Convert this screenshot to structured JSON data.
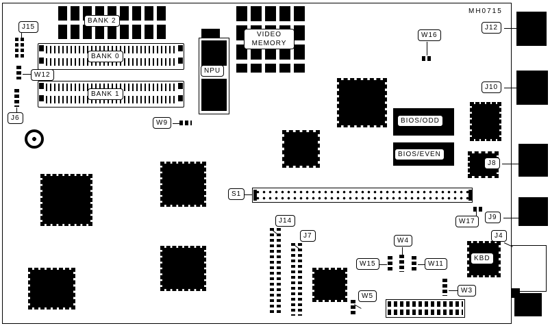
{
  "diagram": {
    "part_number": "MH0715",
    "callouts": {
      "j15": "J15",
      "bank2": "BANK 2",
      "bank0": "BANK 0",
      "w12": "W12",
      "bank1": "BANK 1",
      "j6": "J6",
      "npu": "NPU",
      "video_memory": "VIDEO MEMORY",
      "w9": "W9",
      "w16": "W16",
      "j12": "J12",
      "j10": "J10",
      "bios_odd": "BIOS/ODD",
      "bios_even": "BIOS/EVEN",
      "j8": "J8",
      "s1": "S1",
      "w17": "W17",
      "j9": "J9",
      "j14": "J14",
      "j7": "J7",
      "w4": "W4",
      "w15": "W15",
      "w11": "W11",
      "kbd": "KBD",
      "j4": "J4",
      "w3": "W3",
      "w5": "W5"
    }
  }
}
